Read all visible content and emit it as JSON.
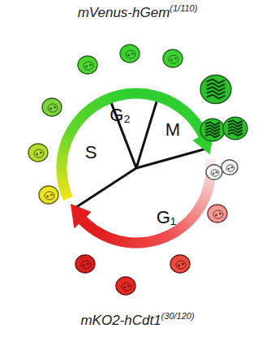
{
  "diagram": {
    "labels": [
      "mVenus-hGem",
      "(1/110)",
      "G₂",
      "M",
      "S",
      "G₁",
      "mKO2-hCdt1",
      "(30/120)"
    ]
  }
}
